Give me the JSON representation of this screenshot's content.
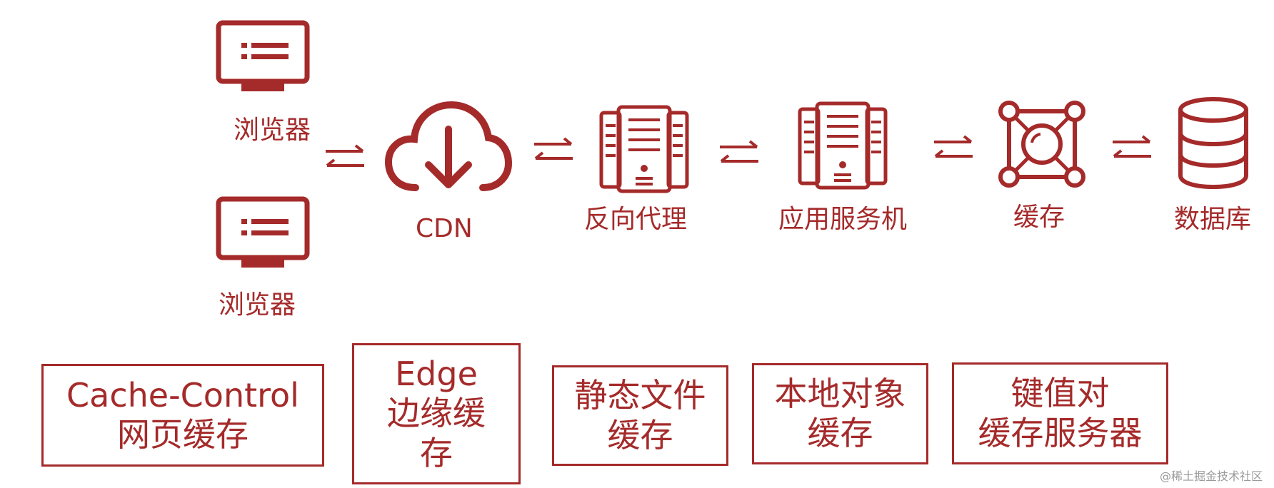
{
  "nodes": {
    "browser_top": "浏览器",
    "browser_bottom": "浏览器",
    "cdn": "CDN",
    "reverse_proxy": "反向代理",
    "app_server": "应用服务机",
    "cache": "缓存",
    "database": "数据库"
  },
  "layers": [
    {
      "line1": "Cache-Control",
      "line2": "网页缓存",
      "line3": ""
    },
    {
      "line1": "Edge",
      "line2": "边缘缓",
      "line3": "存"
    },
    {
      "line1": "静态文件",
      "line2": "缓存",
      "line3": ""
    },
    {
      "line1": "本地对象",
      "line2": "缓存",
      "line3": ""
    },
    {
      "line1": "键值对",
      "line2": "缓存服务器",
      "line3": ""
    }
  ],
  "watermark": "@稀土掘金技术社区",
  "colors": {
    "accent": "#a52a2a"
  },
  "icons": [
    "monitor-icon",
    "cloud-download-icon",
    "server-rack-icon",
    "cache-node-icon",
    "database-icon",
    "swap-arrows-icon"
  ]
}
